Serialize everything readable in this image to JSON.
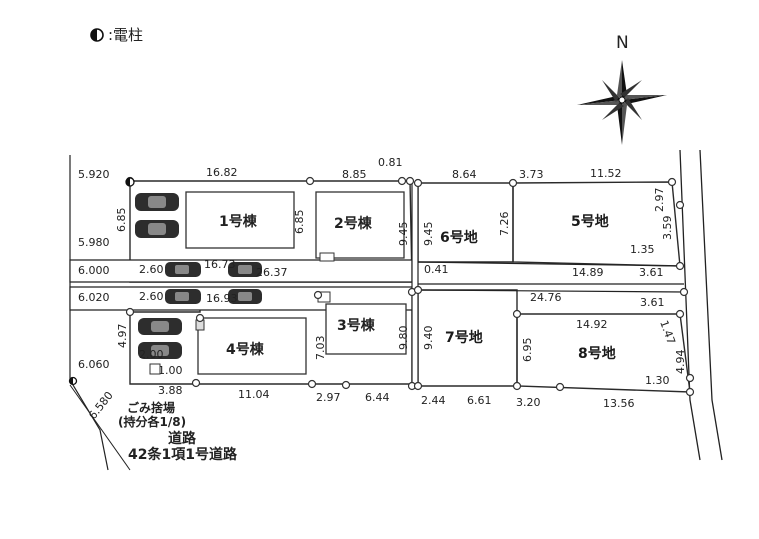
{
  "legend": {
    "label": ":電柱"
  },
  "compass": {
    "north": "N"
  },
  "road": {
    "line1": "道路",
    "line2": "42条1項1号道路"
  },
  "garbage": {
    "line1": "ごみ捨場",
    "line2": "(持分各1/8)"
  },
  "buildings": [
    {
      "id": "b1",
      "label": "1号棟"
    },
    {
      "id": "b2",
      "label": "2号棟"
    },
    {
      "id": "b3",
      "label": "3号棟"
    },
    {
      "id": "b4",
      "label": "4号棟"
    }
  ],
  "lots": [
    {
      "id": "l5",
      "label": "5号地"
    },
    {
      "id": "l6",
      "label": "6号地"
    },
    {
      "id": "l7",
      "label": "7号地"
    },
    {
      "id": "l8",
      "label": "8号地"
    }
  ],
  "road_widths": [
    "5.920",
    "5.980",
    "6.000",
    "6.020",
    "6.060",
    "6.580"
  ],
  "dimensions": {
    "top_16_82": "16.82",
    "top_8_85": "8.85",
    "top_0_81": "0.81",
    "top_8_64": "8.64",
    "top_3_73": "3.73",
    "top_11_52": "11.52",
    "left_6_85": "6.85",
    "b1_6_85": "6.85",
    "b2_9_45": "9.45",
    "l6_9_45": "9.45",
    "l6_7_26": "7.26",
    "r_2_97": "2.97",
    "r_3_59": "3.59",
    "r_1_35": "1.35",
    "p1_2_60": "2.60",
    "p1_16_73": "16.73",
    "p1_26_37": "26.37",
    "p_0_41": "0.41",
    "p_14_89": "14.89",
    "p_3_61a": "3.61",
    "p2_2_60": "2.60",
    "p2_16_93": "16.93",
    "p_24_76": "24.76",
    "p_3_61b": "3.61",
    "l8_14_92": "14.92",
    "r_1_47": "1.47",
    "r_4_94": "4.94",
    "r_1_30": "1.30",
    "left_4_97": "4.97",
    "left_2_00": "2.00",
    "left_1_00": "1.00",
    "b3_7_03": "7.03",
    "b3_9_80": "9.80",
    "l7_9_40": "9.40",
    "l8_6_95": "6.95",
    "bot_3_88": "3.88",
    "bot_11_04": "11.04",
    "bot_2_97": "2.97",
    "bot_6_44": "6.44",
    "bot_2_44": "2.44",
    "bot_6_61": "6.61",
    "bot_3_20": "3.20",
    "bot_13_56": "13.56"
  },
  "colors": {
    "lot_dark": "#7a4030",
    "lot_light": "#f6eee8",
    "building": "#ffffff",
    "line": "#2a2a2a"
  }
}
